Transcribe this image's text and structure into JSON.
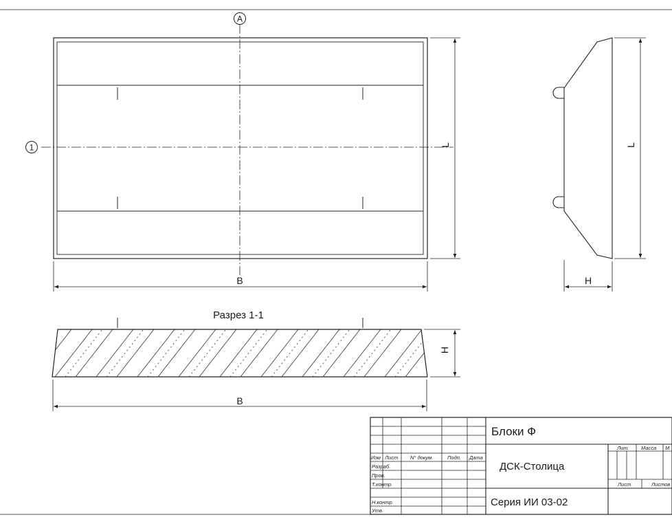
{
  "drawing": {
    "axis_letter": "A",
    "axis_number": "1",
    "dim_B": "B",
    "dim_L": "L",
    "dim_H": "H",
    "section_title": "Разрез 1-1"
  },
  "title_block": {
    "headers": {
      "izm": "Изм",
      "list": "Лист",
      "ndoc": "N° докум.",
      "podp": "Подп.",
      "data": "Дата"
    },
    "roles": {
      "razrab": "Разраб.",
      "prov": "Пров.",
      "tkontr": "Т.контр.",
      "nkontr": "Н.контр.",
      "utv": "Утв."
    },
    "product_name": "Блоки Ф",
    "organization": "ДСК-Столица",
    "series": "Серия ИИ 03-02",
    "lit": "Лит.",
    "massa": "Масса",
    "masshtab_partial": "М",
    "list_label": "Лист",
    "listov_label": "Листов"
  }
}
